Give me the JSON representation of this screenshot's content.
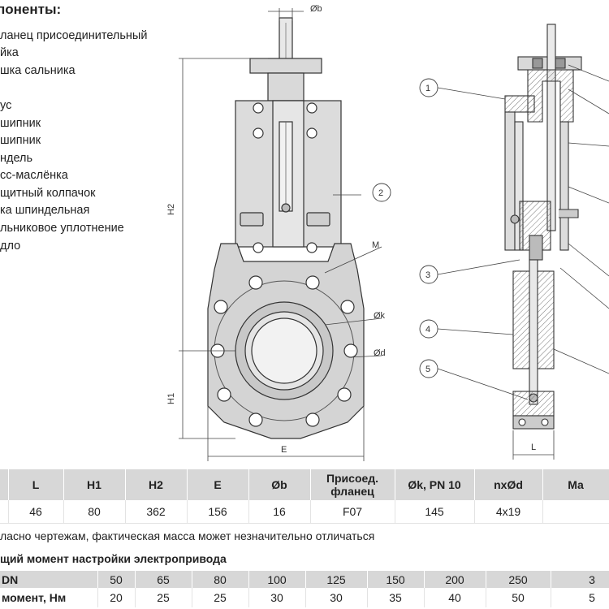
{
  "heading": "поненты:",
  "components": [
    "ланец присоединительный",
    "йка",
    "шка сальника",
    "ус",
    "шипник",
    "шипник",
    "ндель",
    "сс-маслёнка",
    "щитный колпачок",
    "ка шпиндельная",
    "льниковое уплотнение",
    "дло"
  ],
  "drawing_labels": {
    "b": "Øb",
    "h2": "H2",
    "h1": "H1",
    "m": "M",
    "k": "Øk",
    "d": "Ød",
    "e": "E",
    "l": "L",
    "c1": "1",
    "c2": "2",
    "c3": "3",
    "c4": "4",
    "c5": "5"
  },
  "specs": {
    "headers": [
      "L",
      "H1",
      "H2",
      "E",
      "Øb",
      "Присоед. фланец",
      "Øk, PN 10",
      "nxØd",
      "Ма"
    ],
    "values": [
      "46",
      "80",
      "362",
      "156",
      "16",
      "F07",
      "145",
      "4x19",
      ""
    ]
  },
  "note": "ласно чертежам, фактическая масса может незначительно отличаться",
  "torque_title": "щий момент настройки электропривода",
  "torque": {
    "dn_label": "DN",
    "dn": [
      "50",
      "65",
      "80",
      "100",
      "125",
      "150",
      "200",
      "250",
      "3"
    ],
    "moment_label": "момент, Нм",
    "moment": [
      "20",
      "25",
      "25",
      "30",
      "30",
      "35",
      "40",
      "50",
      "5"
    ]
  }
}
